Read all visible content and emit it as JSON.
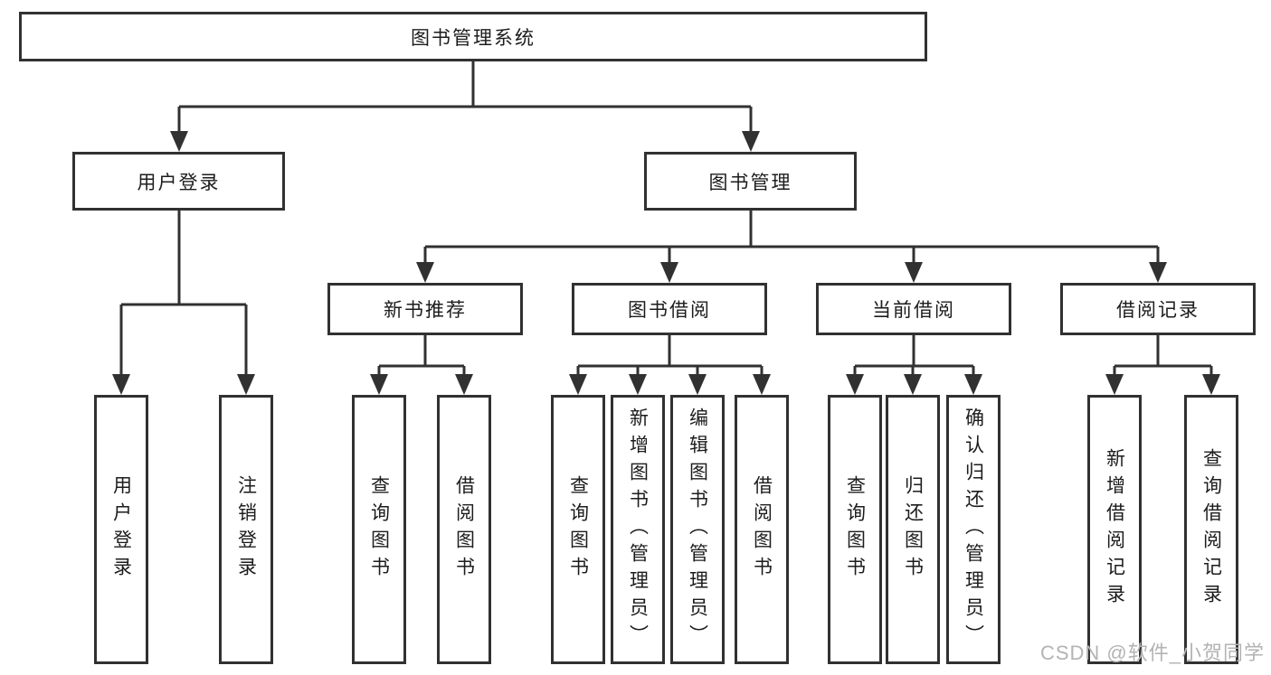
{
  "diagram": {
    "root": {
      "label": "图书管理系统"
    },
    "level2": [
      {
        "label": "用户登录"
      },
      {
        "label": "图书管理"
      }
    ],
    "level3": [
      {
        "label": "新书推荐"
      },
      {
        "label": "图书借阅"
      },
      {
        "label": "当前借阅"
      },
      {
        "label": "借阅记录"
      }
    ],
    "leaves": [
      {
        "label": "用户登录"
      },
      {
        "label": "注销登录"
      },
      {
        "label": "查询图书"
      },
      {
        "label": "借阅图书"
      },
      {
        "label": "查询图书"
      },
      {
        "label": "新增图书（管理员）"
      },
      {
        "label": "编辑图书（管理员）"
      },
      {
        "label": "借阅图书"
      },
      {
        "label": "查询图书"
      },
      {
        "label": "归还图书"
      },
      {
        "label": "确认归还（管理员）"
      },
      {
        "label": "新增借阅记录"
      },
      {
        "label": "查询借阅记录"
      }
    ]
  },
  "watermark": {
    "text": "CSDN @软件_小贺同学"
  },
  "colors": {
    "line": "#313131",
    "text": "#1c1c1c",
    "background": "#ffffff",
    "watermark": "#b3b3b3"
  }
}
